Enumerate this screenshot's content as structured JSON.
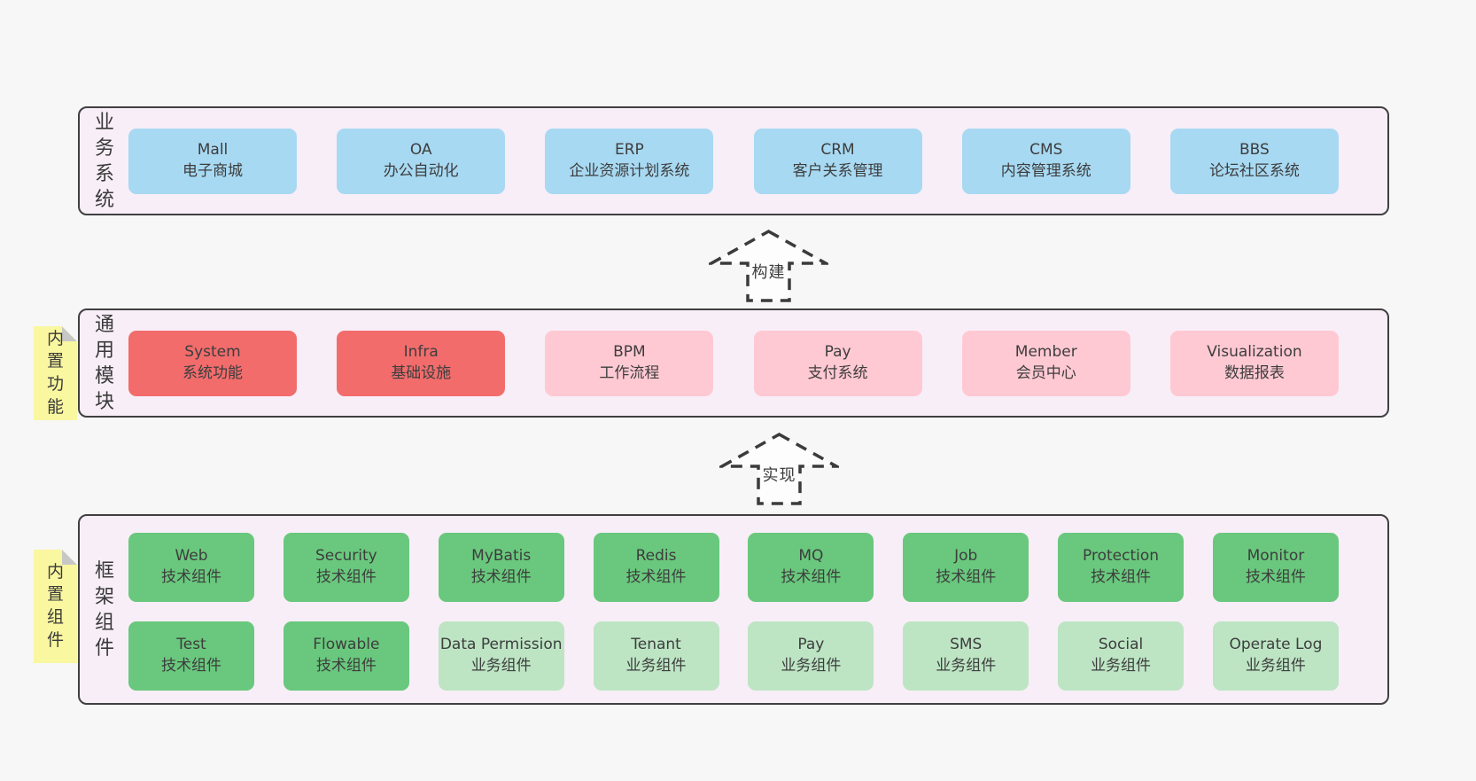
{
  "colors": {
    "page_background": "#f7f7f7",
    "panel_background": "#f8eef7",
    "panel_border": "#404040",
    "blue_box": "#a8d9f2",
    "red_box": "#f26c6c",
    "pink_box": "#ffc9d3",
    "green_dark_box": "#69c87d",
    "green_light_box": "#bde5c4",
    "sticky_yellow": "#f9f7a0",
    "sticky_fold": "#c7c7c7",
    "text": "#3d3d3d"
  },
  "sections": {
    "business": {
      "label": "业务系统",
      "boxes": [
        {
          "name": "Mall",
          "desc": "电子商城"
        },
        {
          "name": "OA",
          "desc": "办公自动化"
        },
        {
          "name": "ERP",
          "desc": "企业资源计划系统"
        },
        {
          "name": "CRM",
          "desc": "客户关系管理"
        },
        {
          "name": "CMS",
          "desc": "内容管理系统"
        },
        {
          "name": "BBS",
          "desc": "论坛社区系统"
        }
      ]
    },
    "build_arrow": {
      "label": "构建"
    },
    "modules": {
      "label": "通用模块",
      "sticky": "内置功能",
      "boxes": [
        {
          "name": "System",
          "desc": "系统功能",
          "variant": "red"
        },
        {
          "name": "Infra",
          "desc": "基础设施",
          "variant": "red"
        },
        {
          "name": "BPM",
          "desc": "工作流程",
          "variant": "pink"
        },
        {
          "name": "Pay",
          "desc": "支付系统",
          "variant": "pink"
        },
        {
          "name": "Member",
          "desc": "会员中心",
          "variant": "pink"
        },
        {
          "name": "Visualization",
          "desc": "数据报表",
          "variant": "pink"
        }
      ]
    },
    "implement_arrow": {
      "label": "实现"
    },
    "framework": {
      "label": "框架组件",
      "sticky": "内置组件",
      "row1": [
        {
          "name": "Web",
          "desc": "技术组件",
          "variant": "green-dark"
        },
        {
          "name": "Security",
          "desc": "技术组件",
          "variant": "green-dark"
        },
        {
          "name": "MyBatis",
          "desc": "技术组件",
          "variant": "green-dark"
        },
        {
          "name": "Redis",
          "desc": "技术组件",
          "variant": "green-dark"
        },
        {
          "name": "MQ",
          "desc": "技术组件",
          "variant": "green-dark"
        },
        {
          "name": "Job",
          "desc": "技术组件",
          "variant": "green-dark"
        },
        {
          "name": "Protection",
          "desc": "技术组件",
          "variant": "green-dark"
        },
        {
          "name": "Monitor",
          "desc": "技术组件",
          "variant": "green-dark"
        }
      ],
      "row2": [
        {
          "name": "Test",
          "desc": "技术组件",
          "variant": "green-dark"
        },
        {
          "name": "Flowable",
          "desc": "技术组件",
          "variant": "green-dark"
        },
        {
          "name": "Data Permission",
          "desc": "业务组件",
          "variant": "green-light"
        },
        {
          "name": "Tenant",
          "desc": "业务组件",
          "variant": "green-light"
        },
        {
          "name": "Pay",
          "desc": "业务组件",
          "variant": "green-light"
        },
        {
          "name": "SMS",
          "desc": "业务组件",
          "variant": "green-light"
        },
        {
          "name": "Social",
          "desc": "业务组件",
          "variant": "green-light"
        },
        {
          "name": "Operate Log",
          "desc": "业务组件",
          "variant": "green-light"
        }
      ]
    }
  }
}
